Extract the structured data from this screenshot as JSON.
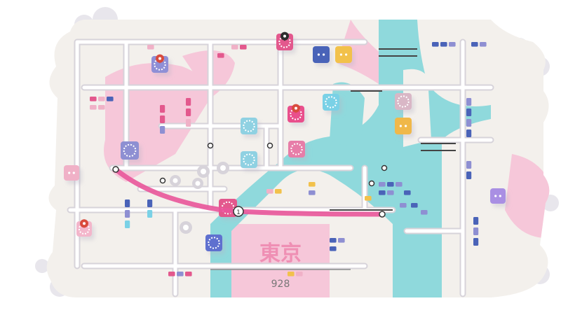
{
  "hud": {
    "city_name": "東京",
    "score": "928"
  },
  "route": {
    "label": "1",
    "color": "#e9559a"
  },
  "colors": {
    "ground": "#f3f0ec",
    "road": "#ffffff",
    "road_edge": "#d7d3da",
    "water": "#8fd9dc",
    "park_pink": "#f6c7d9",
    "frame": "#e9e6ee",
    "hud_text_pink": "#ef8fb4",
    "hud_text_gray": "#777777"
  },
  "buildings": [
    {
      "kind": "pink-destination",
      "pin": true,
      "color": "#e3588d"
    },
    {
      "kind": "purple-destination",
      "pin": true,
      "color": "#8f8fd6"
    },
    {
      "kind": "blue-house",
      "pin": false,
      "color": "#4a63b8"
    },
    {
      "kind": "yellow-house",
      "pin": false,
      "color": "#f2c14b"
    },
    {
      "kind": "teal-destination",
      "pin": false,
      "color": "#7ad1e6"
    },
    {
      "kind": "pink-destination",
      "pin": true,
      "color": "#e94f8c"
    },
    {
      "kind": "lavender-destination",
      "pin": false,
      "color": "#d9b7c6"
    },
    {
      "kind": "yellow-house",
      "pin": false,
      "color": "#f0b84a"
    },
    {
      "kind": "purple-destination",
      "pin": false,
      "color": "#8e8fd2"
    },
    {
      "kind": "teal-destination",
      "pin": false,
      "color": "#8fd1e2"
    },
    {
      "kind": "teal-destination",
      "pin": false,
      "color": "#8fd1e2"
    },
    {
      "kind": "pink-destination",
      "pin": false,
      "color": "#e77da8"
    },
    {
      "kind": "pink-house",
      "pin": false,
      "color": "#f0b1c7"
    },
    {
      "kind": "pink-destination",
      "pin": false,
      "color": "#e3588d"
    },
    {
      "kind": "pink-destination",
      "pin": true,
      "color": "#f3b6cb"
    },
    {
      "kind": "blue-destination",
      "pin": false,
      "color": "#5f6fcf"
    },
    {
      "kind": "purple-house",
      "pin": false,
      "color": "#a98fe3"
    }
  ]
}
